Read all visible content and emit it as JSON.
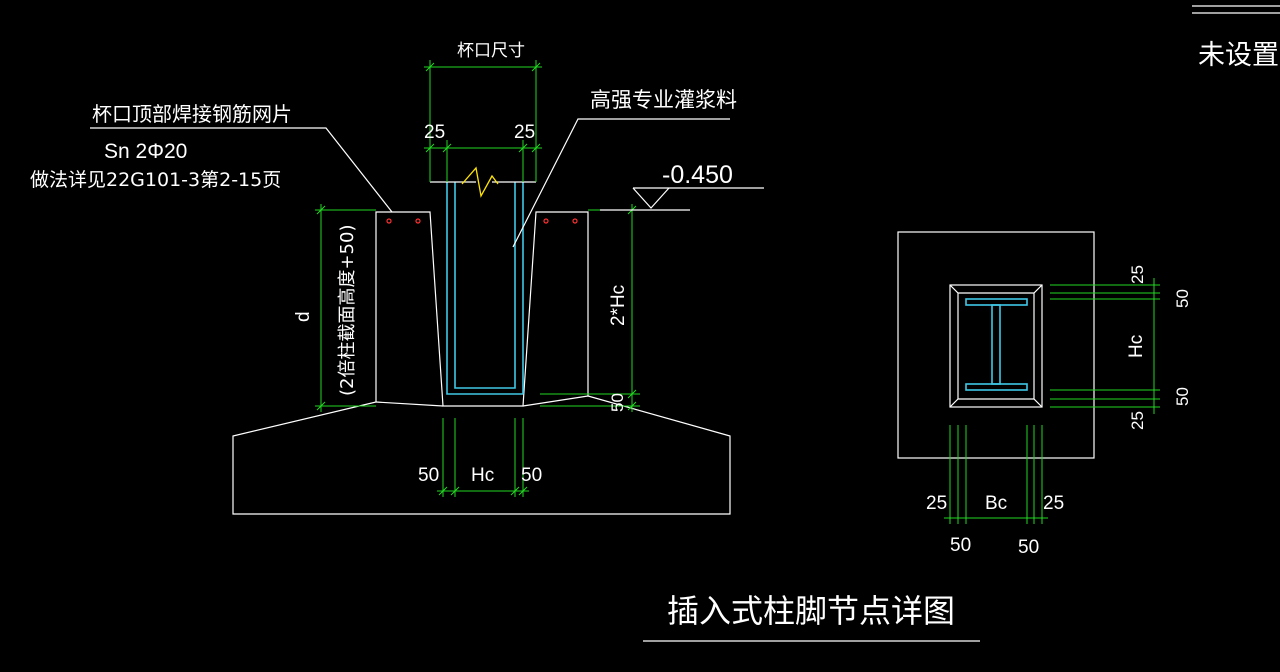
{
  "labels": {
    "cup_size": "杯口尺寸",
    "weld_mesh": "杯口顶部焊接钢筋网片",
    "rebar": "Sn 2Φ20",
    "detail_ref": "做法详见22G101-3第2-15页",
    "grout": "高强专业灌浆料",
    "elevation": "-0.450",
    "top_right": "未设置螺",
    "title": "插入式柱脚节点详图"
  },
  "dims": {
    "left_gap": "25",
    "right_gap": "25",
    "depth_d": "d",
    "depth_note": "(2倍柱截面高度+50)",
    "two_hc": "2*Hc",
    "bottom_50": "50",
    "base_50_left": "50",
    "base_hc": "Hc",
    "base_50_right": "50",
    "plan_25_top": "25",
    "plan_50_top": "50",
    "plan_hc": "Hc",
    "plan_50_bottom": "50",
    "plan_25_bottom": "25",
    "plan_25_left": "25",
    "plan_bc": "Bc",
    "plan_25_right": "25",
    "plan_50_left": "50",
    "plan_50_right": "50"
  },
  "colors": {
    "background": "#000000",
    "outline": "#ffffff",
    "dimension": "#22d922",
    "steel": "#3fc8e6",
    "break_line": "#ffe400",
    "rebar_dot": "#ff3030"
  }
}
